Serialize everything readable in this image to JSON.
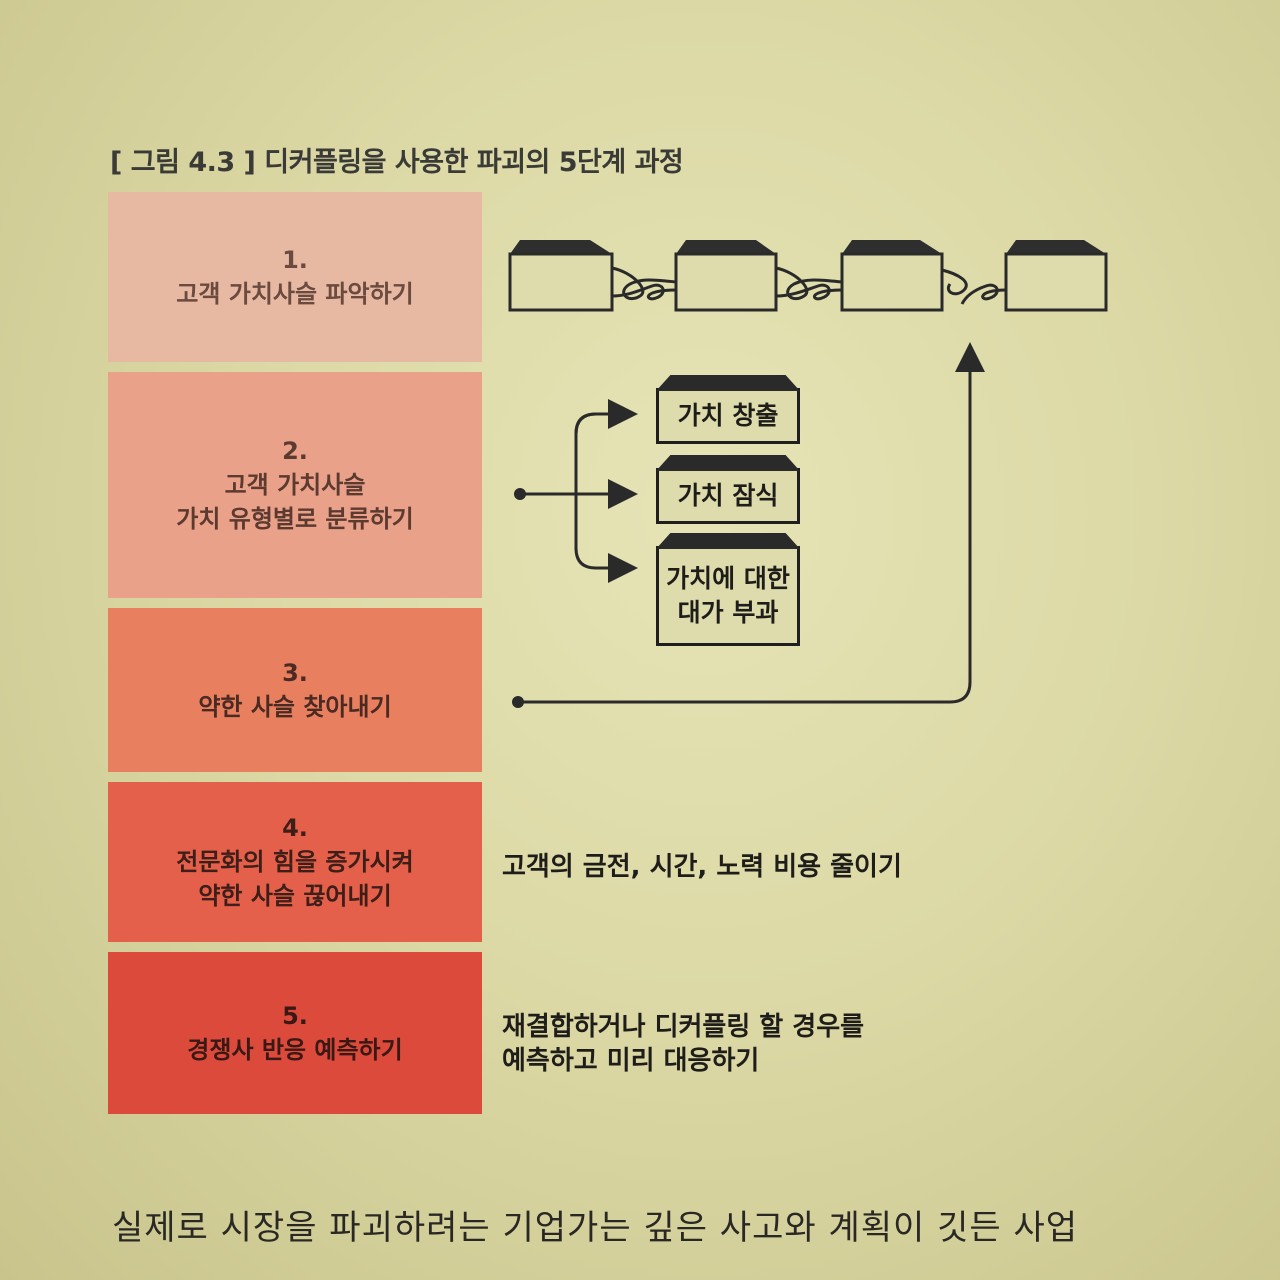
{
  "figure_title": "[ 그림 4.3 ] 디커플링을 사용한 파괴의 5단계 과정",
  "steps": [
    {
      "num": "1.",
      "lines": [
        "고객 가치사슬 파악하기"
      ]
    },
    {
      "num": "2.",
      "lines": [
        "고객 가치사슬",
        "가치 유형별로 분류하기"
      ]
    },
    {
      "num": "3.",
      "lines": [
        "약한 사슬 찾아내기"
      ]
    },
    {
      "num": "4.",
      "lines": [
        "전문화의 힘을 증가시켜",
        "약한 사슬 끊어내기"
      ]
    },
    {
      "num": "5.",
      "lines": [
        "경쟁사 반응 예측하기"
      ]
    }
  ],
  "value_types": [
    {
      "lines": [
        "가치 창출"
      ]
    },
    {
      "lines": [
        "가치 잠식"
      ]
    },
    {
      "lines": [
        "가치에 대한",
        "대가 부과"
      ]
    }
  ],
  "step4_desc": [
    "고객의 금전, 시간, 노력 비용 줄이기"
  ],
  "step5_desc": [
    "재결합하거나 디커플링 할 경우를",
    "예측하고 미리 대응하기"
  ],
  "body_text": "실제로 시장을 파괴하려는 기업가는 깊은 사고와 계획이 깃든 사업",
  "colors": {
    "step1": "#e8b9a2",
    "step2": "#e9a18a",
    "step3": "#e88060",
    "step4": "#e4604a",
    "step5": "#dc4a3c",
    "line": "#2a2a2a"
  }
}
